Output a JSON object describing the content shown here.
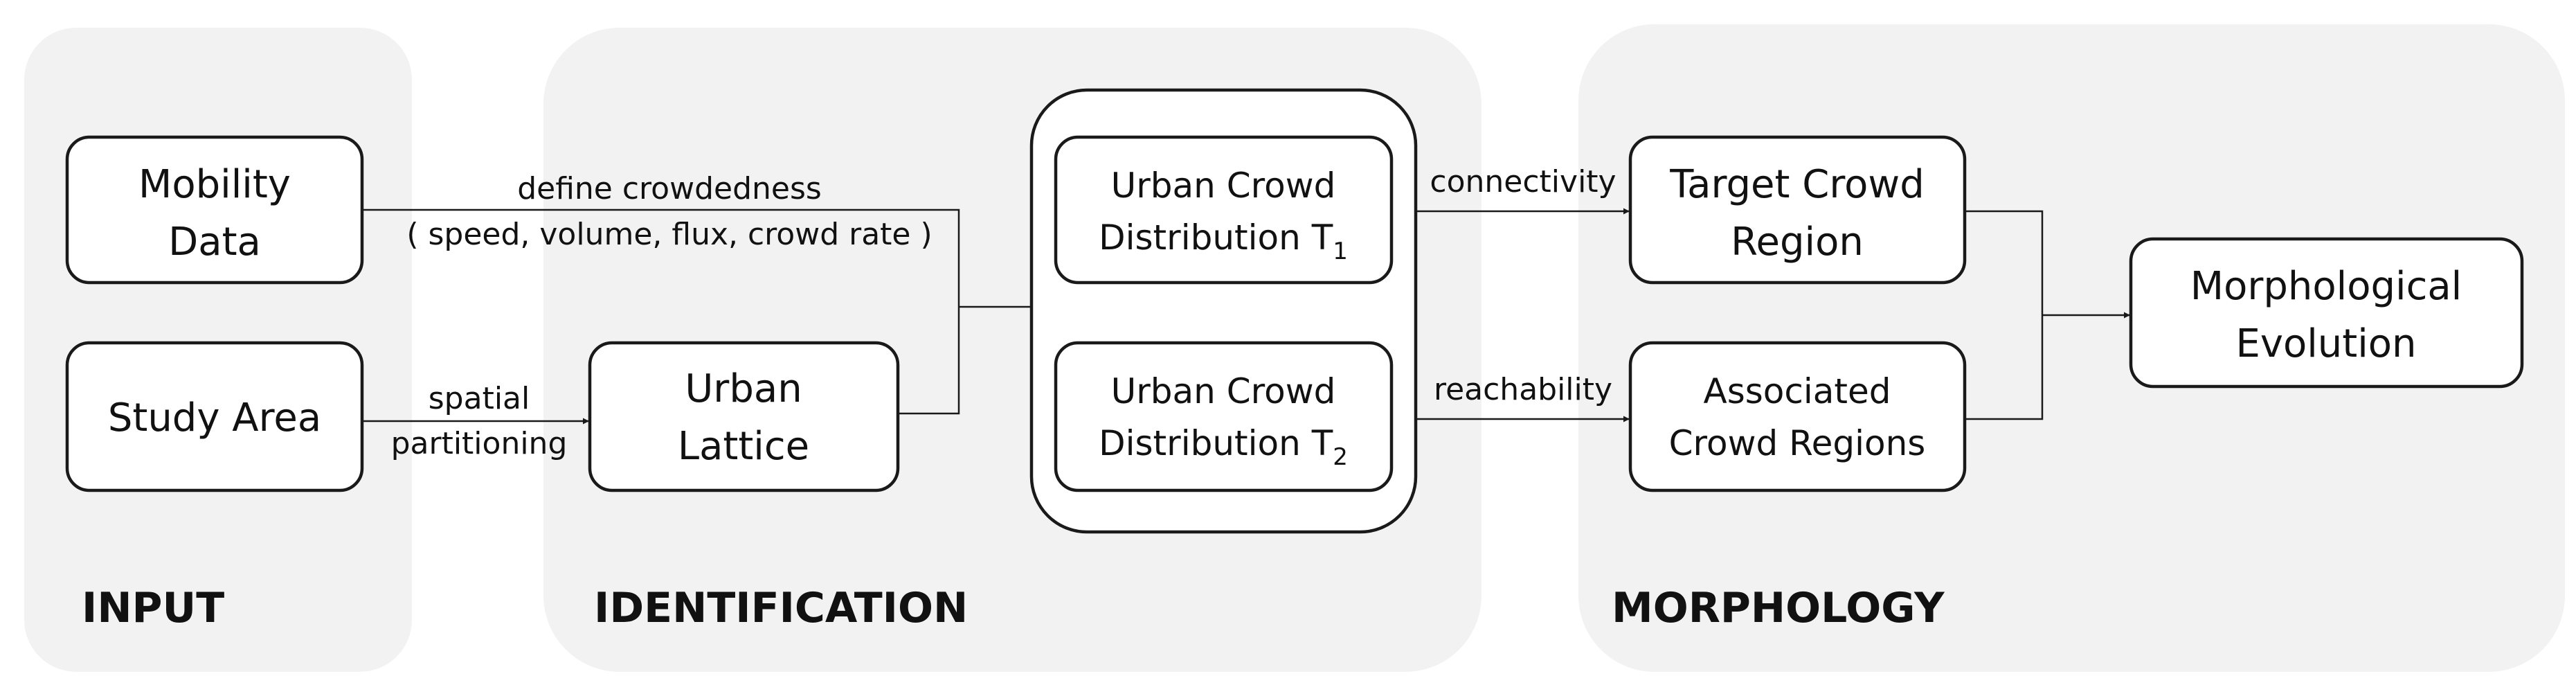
{
  "sections": {
    "input": "INPUT",
    "identification": "IDENTIFICATION",
    "morphology": "MORPHOLOGY"
  },
  "nodes": {
    "mobility_data": [
      "Mobility",
      "Data"
    ],
    "study_area": "Study Area",
    "urban_lattice": [
      "Urban",
      "Lattice"
    ],
    "crowd_t1": {
      "line1": "Urban Crowd",
      "line2": "Distribution T",
      "sub": "1"
    },
    "crowd_t2": {
      "line1": "Urban Crowd",
      "line2": "Distribution T",
      "sub": "2"
    },
    "target_region": [
      "Target Crowd",
      "Region"
    ],
    "associated_regions": [
      "Associated",
      "Crowd Regions"
    ],
    "morphological_evolution": [
      "Morphological",
      "Evolution"
    ]
  },
  "edges": {
    "define_crowdedness": [
      "define crowdedness",
      "( speed, volume, flux, crowd rate )"
    ],
    "spatial_partitioning": [
      "spatial",
      "partitioning"
    ],
    "connectivity": "connectivity",
    "reachability": "reachability"
  }
}
